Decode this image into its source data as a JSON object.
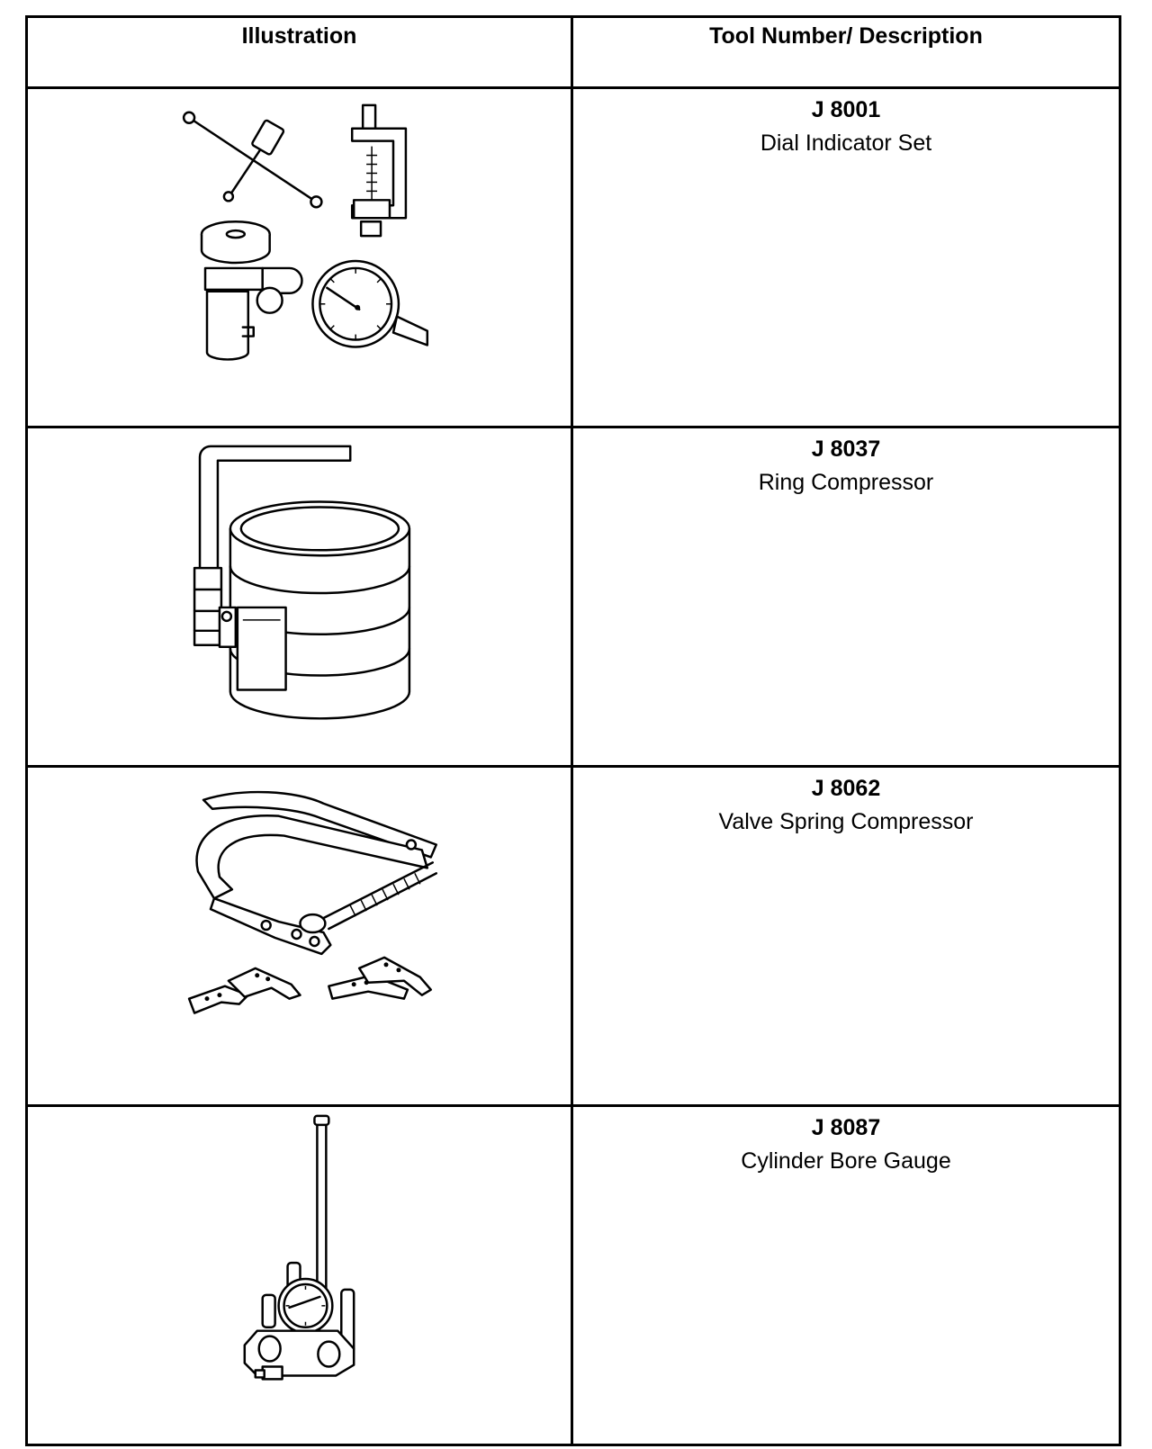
{
  "table": {
    "headers": {
      "illustration": "Illustration",
      "tool": "Tool Number/ Description"
    },
    "rows": [
      {
        "tool_number": "J 8001",
        "description": "Dial Indicator Set",
        "icon": "dial-indicator-set-icon"
      },
      {
        "tool_number": "J 8037",
        "description": "Ring Compressor",
        "icon": "ring-compressor-icon"
      },
      {
        "tool_number": "J 8062",
        "description": "Valve Spring Compressor",
        "icon": "valve-spring-compressor-icon"
      },
      {
        "tool_number": "J 8087",
        "description": "Cylinder Bore Gauge",
        "icon": "cylinder-bore-gauge-icon"
      }
    ]
  }
}
